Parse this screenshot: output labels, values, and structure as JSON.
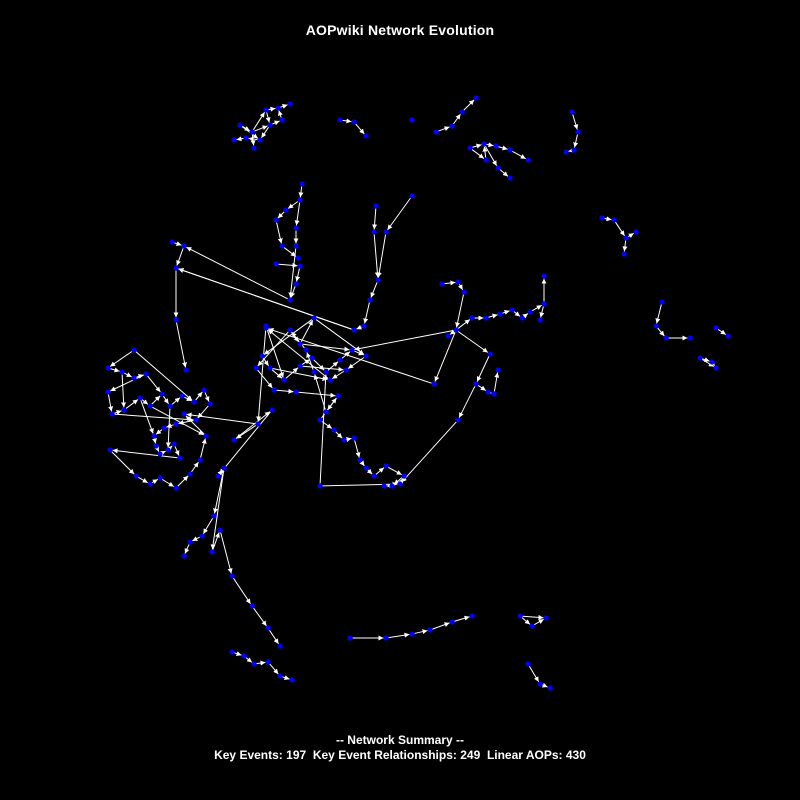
{
  "title": "AOPwiki Network Evolution",
  "summary": {
    "heading": "-- Network Summary --",
    "key_events_label": "Key Events:",
    "key_events": "197",
    "relationships_label": "Key Event Relationships:",
    "relationships": "249",
    "linear_aops_label": "Linear AOPs:",
    "linear_aops": "430"
  },
  "colors": {
    "background": "#000000",
    "node": "#0000ff",
    "edge": "#ffffff",
    "text": "#ffffff"
  }
}
